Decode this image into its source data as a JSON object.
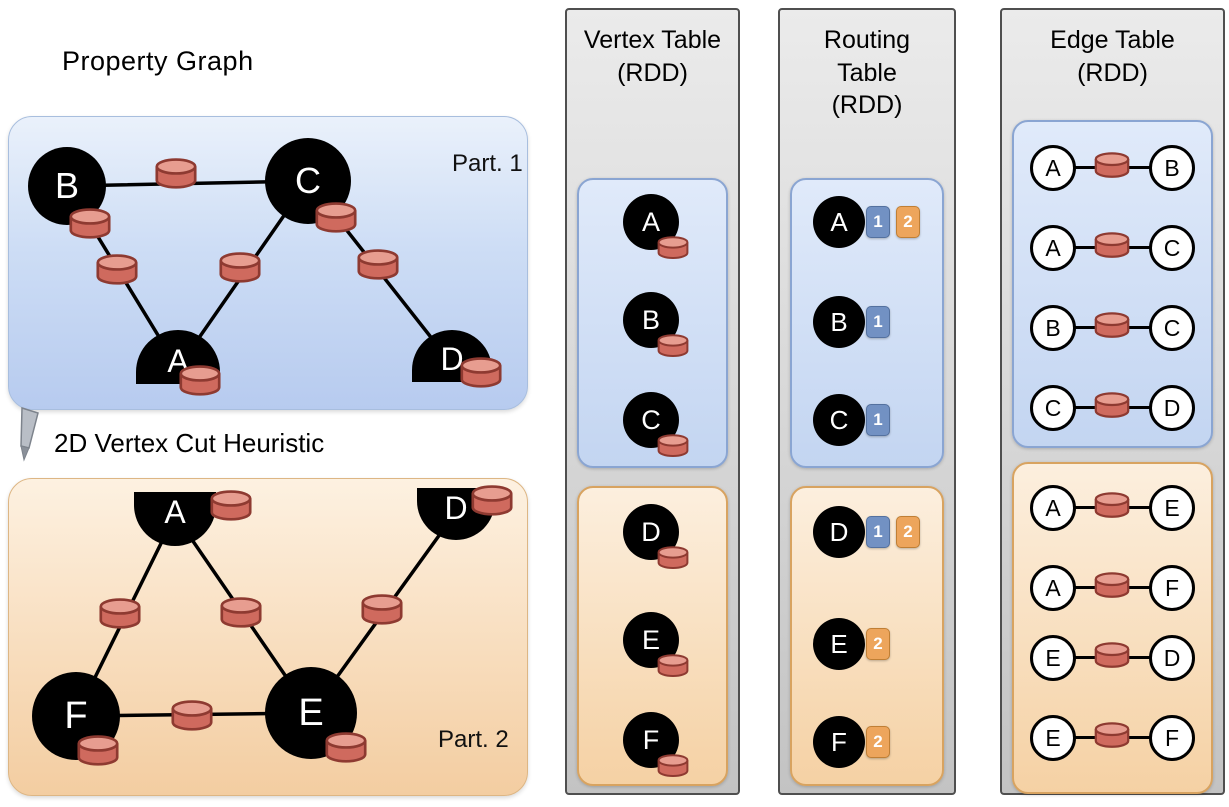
{
  "colors": {
    "partition1_fill": "#cdddf5",
    "partition1_border": "#a8bede",
    "partition2_fill": "#f8ddbd",
    "partition2_border": "#ddb684",
    "cylinder_body": "#cf6a5e",
    "cylinder_top": "#e79d90",
    "badge_blue": "#7291c3",
    "badge_orange": "#eda55c",
    "vertex_fill": "#000000",
    "column_fill": "#d9d9d9"
  },
  "property_graph": {
    "title": "Property Graph",
    "cut_label": "2D Vertex Cut Heuristic",
    "part1": {
      "label": "Part. 1",
      "vertices": {
        "b": "B",
        "c": "C",
        "a": "A",
        "d": "D"
      }
    },
    "part2": {
      "label": "Part. 2",
      "vertices": {
        "a": "A",
        "d": "D",
        "f": "F",
        "e": "E"
      }
    }
  },
  "vertex_table": {
    "title": "Vertex Table",
    "subtitle": "(RDD)",
    "part1": [
      "A",
      "B",
      "C"
    ],
    "part2": [
      "D",
      "E",
      "F"
    ]
  },
  "routing_table": {
    "title_line1": "Routing",
    "title_line2": "Table",
    "title_line3": "(RDD)",
    "part1": [
      {
        "vertex": "A",
        "badges": [
          {
            "n": "1",
            "color": "blue"
          },
          {
            "n": "2",
            "color": "orange"
          }
        ]
      },
      {
        "vertex": "B",
        "badges": [
          {
            "n": "1",
            "color": "blue"
          }
        ]
      },
      {
        "vertex": "C",
        "badges": [
          {
            "n": "1",
            "color": "blue"
          }
        ]
      }
    ],
    "part2": [
      {
        "vertex": "D",
        "badges": [
          {
            "n": "1",
            "color": "blue"
          },
          {
            "n": "2",
            "color": "orange"
          }
        ]
      },
      {
        "vertex": "E",
        "badges": [
          {
            "n": "2",
            "color": "orange"
          }
        ]
      },
      {
        "vertex": "F",
        "badges": [
          {
            "n": "2",
            "color": "orange"
          }
        ]
      }
    ]
  },
  "edge_table": {
    "title": "Edge Table",
    "subtitle": "(RDD)",
    "part1": [
      {
        "src": "A",
        "dst": "B"
      },
      {
        "src": "A",
        "dst": "C"
      },
      {
        "src": "B",
        "dst": "C"
      },
      {
        "src": "C",
        "dst": "D"
      }
    ],
    "part2": [
      {
        "src": "A",
        "dst": "E"
      },
      {
        "src": "A",
        "dst": "F"
      },
      {
        "src": "E",
        "dst": "D"
      },
      {
        "src": "E",
        "dst": "F"
      }
    ]
  }
}
